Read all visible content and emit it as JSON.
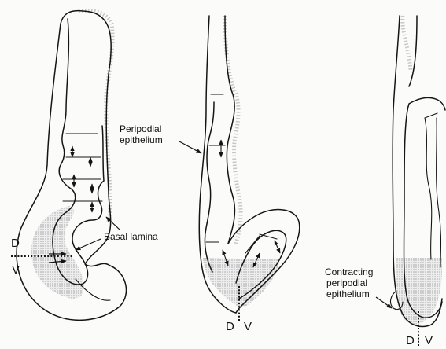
{
  "labels": {
    "basal_lamina": "Basal lamina",
    "peripodial_line1": "Peripodial",
    "peripodial_line2": "epithelium",
    "contracting_line1": "Contracting",
    "contracting_line2": "peripodial",
    "contracting_line3": "epithelium"
  },
  "axis": {
    "dorsal": "D",
    "ventral": "V"
  }
}
